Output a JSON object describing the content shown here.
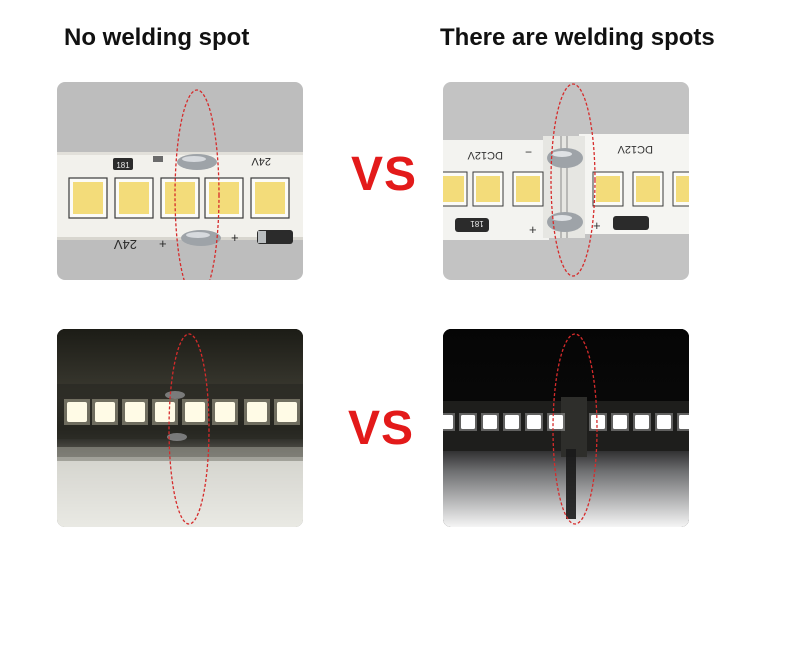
{
  "headings": {
    "left": "No welding spot",
    "right": "There are welding spots"
  },
  "vs_labels": {
    "top": "VS",
    "bottom": "VS"
  },
  "strip_markings": {
    "top_left_voltage": "24V",
    "top_left_resistor": "181",
    "top_right_voltage": "DC12V",
    "top_right_resistor": "181",
    "plus": "+",
    "minus": "−"
  },
  "colors": {
    "accent_red": "#e31a1a",
    "led_warm": "#f3dc7a",
    "led_lit": "#fffbe6",
    "strip_white": "#f3f3f0",
    "solder": "#9ea3a8"
  }
}
